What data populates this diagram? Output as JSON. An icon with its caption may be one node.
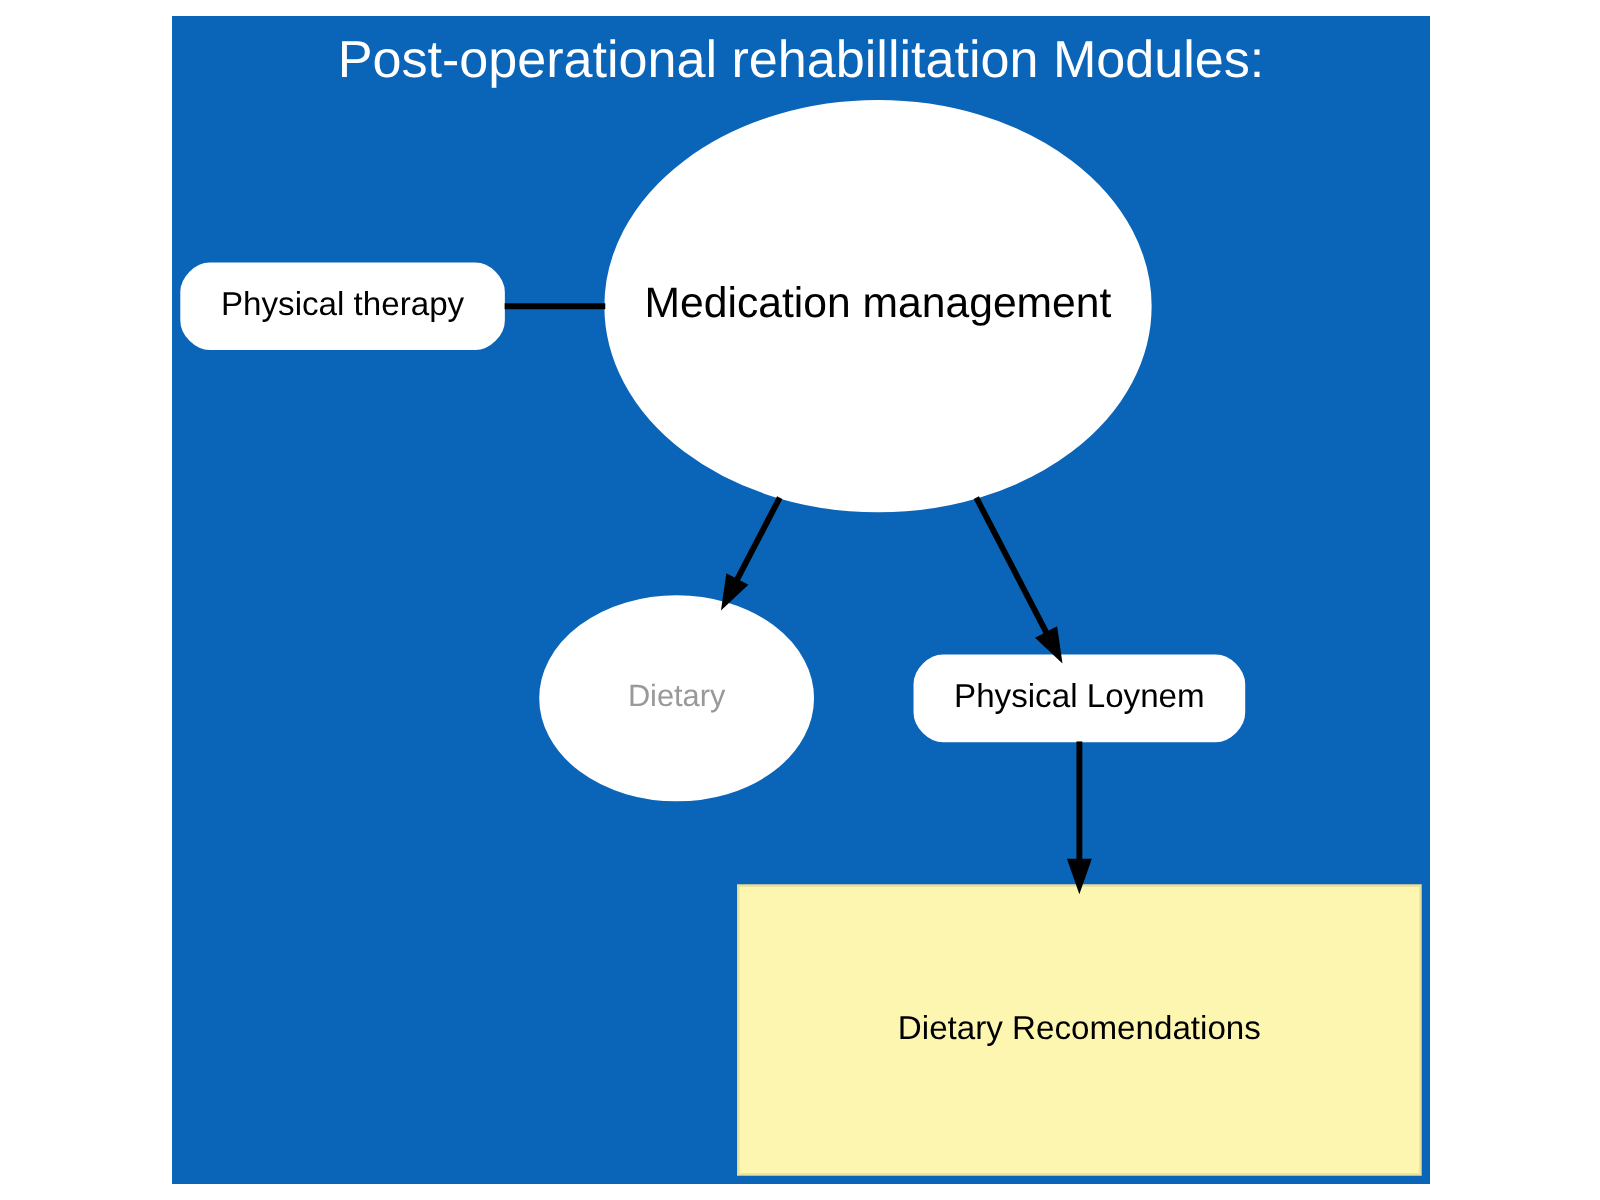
{
  "diagram": {
    "title": "Post-operational rehabillitation Modules:",
    "nodes": [
      {
        "text": [
          "Physical therapy"
        ]
      },
      {
        "text": [
          "Medication management"
        ]
      },
      {
        "text": [
          "Dietary"
        ]
      },
      {
        "text": [
          "Physical Loynem"
        ]
      },
      {
        "text": [
          "Dietary Recomendations"
        ]
      }
    ],
    "edges": [
      {
        "from": 0,
        "to": 1,
        "arrow": "none"
      },
      {
        "from": 1,
        "to": 2,
        "arrow": "to"
      },
      {
        "from": 1,
        "to": 3,
        "arrow": "to"
      },
      {
        "from": 3,
        "to": 4,
        "arrow": "to"
      }
    ]
  }
}
